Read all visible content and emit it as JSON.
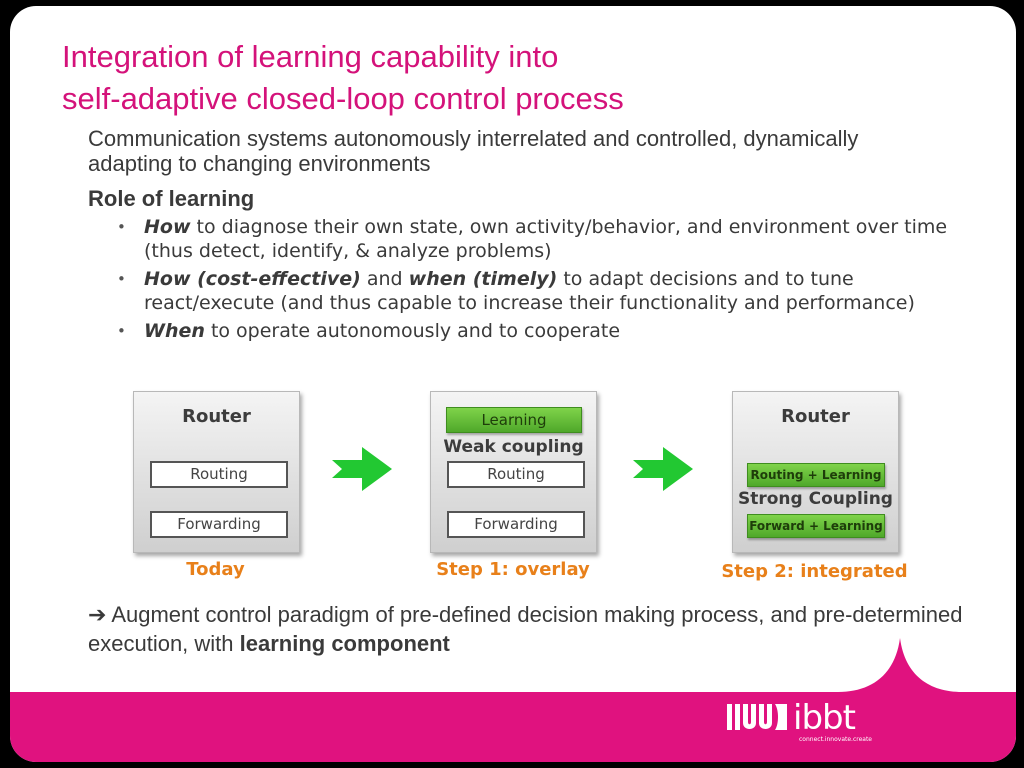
{
  "slide": {
    "title_line1": "Integration of learning capability into",
    "title_line2": "self-adaptive closed-loop control process",
    "intro": "Communication systems autonomously interrelated and controlled, dynamically adapting to changing environments",
    "role_heading": "Role of learning",
    "bullets": [
      {
        "em": "How",
        "rest": " to diagnose their own state, own activity/behavior, and environment over time (thus detect, identify, & analyze problems)"
      },
      {
        "em": "How (cost-effective)",
        "mid": " and ",
        "em2": "when (timely)",
        "rest": " to adapt decisions and to tune react/execute (and thus capable to increase their functionality and performance)"
      },
      {
        "em": "When",
        "rest": " to operate autonomously and to cooperate"
      }
    ],
    "bullet_symbol": "•",
    "conclusion_arrow": "➔",
    "conclusion_text": " Augment control paradigm of pre-defined decision making process, and pre-determined execution, with ",
    "conclusion_bold": "learning component"
  },
  "diagram": {
    "today": {
      "title": "Router",
      "box1": "Routing",
      "box2": "Forwarding",
      "caption": "Today"
    },
    "step1": {
      "learning": "Learning",
      "coupling": "Weak coupling",
      "box1": "Routing",
      "box2": "Forwarding",
      "caption": "Step 1: overlay"
    },
    "step2": {
      "title": "Router",
      "box1": "Routing + Learning",
      "coupling": "Strong Coupling",
      "box2": "Forward + Learning",
      "caption": "Step 2: integrated"
    }
  },
  "logo": {
    "name": "ibbt",
    "tagline": "connect.innovate.create"
  },
  "colors": {
    "title": "#d4127a",
    "footer": "#e0127f",
    "caption": "#e8801a",
    "arrow": "#22c832",
    "green": "#5cb833"
  }
}
